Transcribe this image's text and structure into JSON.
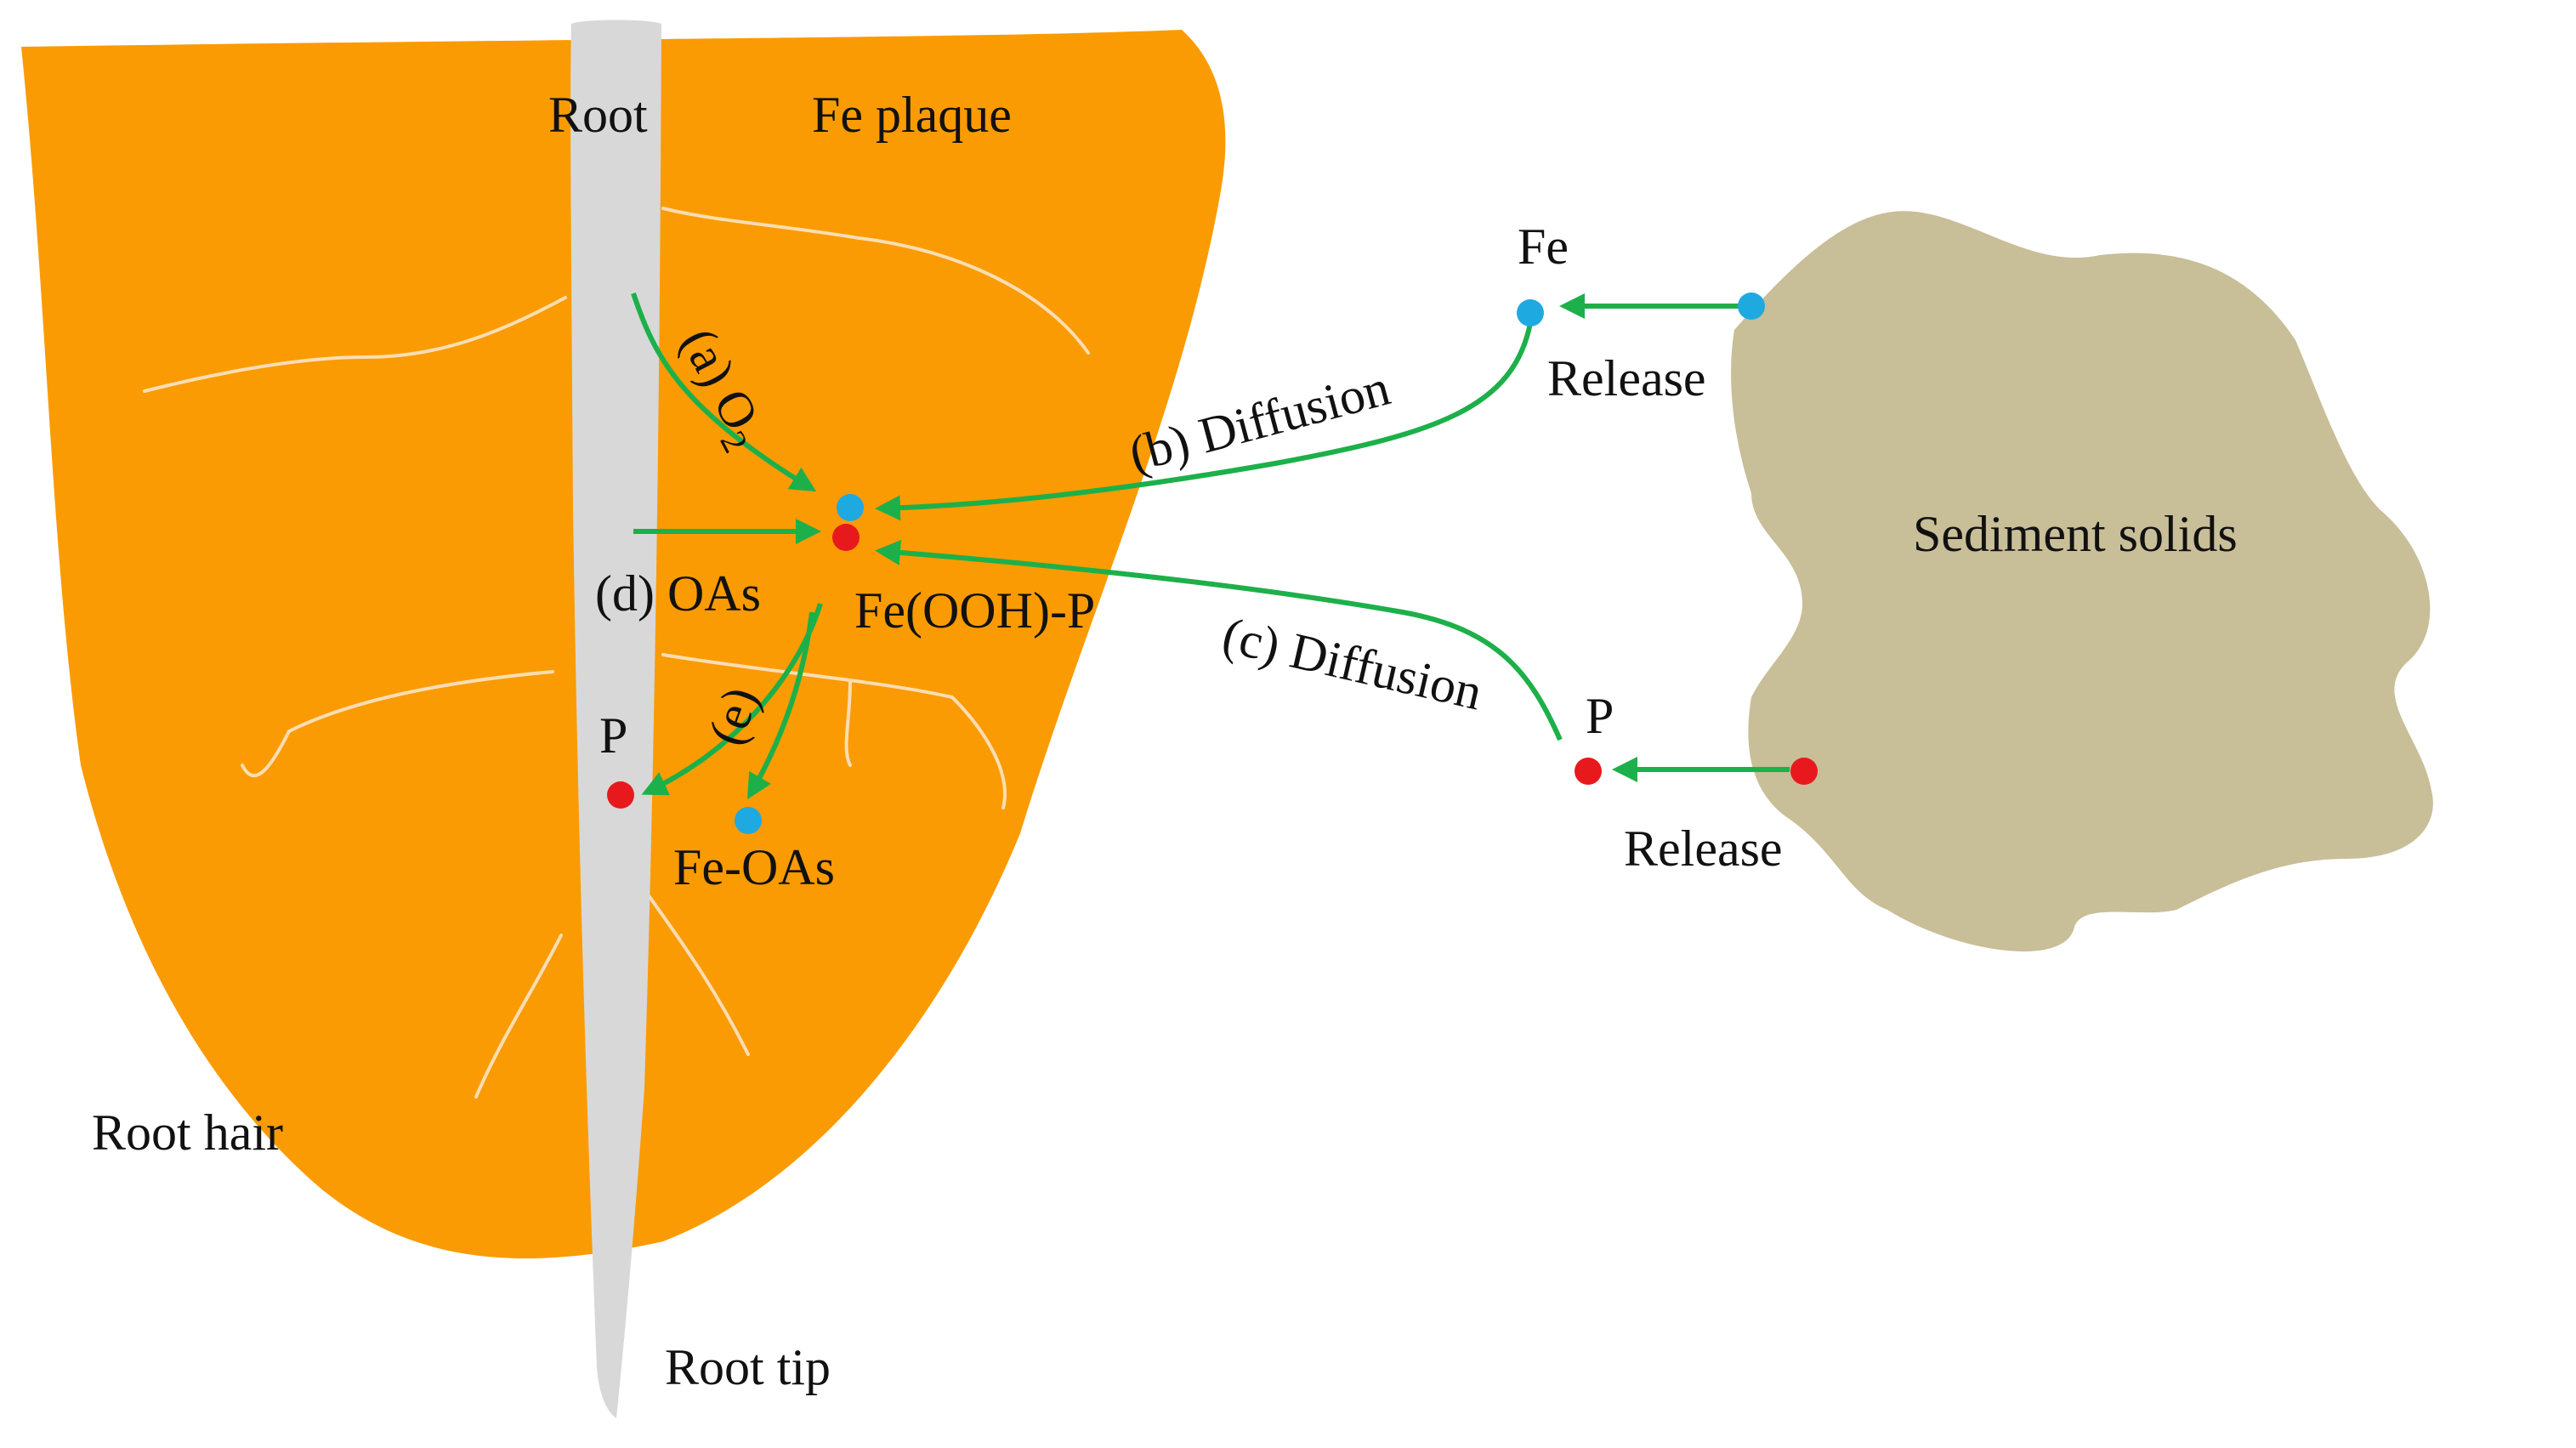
{
  "colors": {
    "plaque": "#FA9B03",
    "root": "#D8D8D8",
    "root_hair_lines": "#FBDDB3",
    "sediment": "#C8BE98",
    "arrow": "#1DB04A",
    "fe_dot": "#1FA9E1",
    "p_dot": "#E8191C"
  },
  "labels": {
    "root": "Root",
    "fe_plaque": "Fe plaque",
    "root_hair": "Root hair",
    "root_tip": "Root tip",
    "fe": "Fe",
    "release_top": "Release",
    "sediment": "Sediment solids",
    "diffusion_b": "(b) Diffusion",
    "diffusion_c": "(c) Diffusion",
    "p_right": "P",
    "release_bottom": "Release",
    "a_o2": "(a) O",
    "o2_subscript": "2",
    "d_oas": "(d) OAs",
    "fe_ooh_p": "Fe(OOH)-P",
    "e": "(e)",
    "p_left": "P",
    "fe_oas": "Fe-OAs"
  },
  "icons": {
    "fe_particle": "blue-dot",
    "p_particle": "red-dot"
  }
}
